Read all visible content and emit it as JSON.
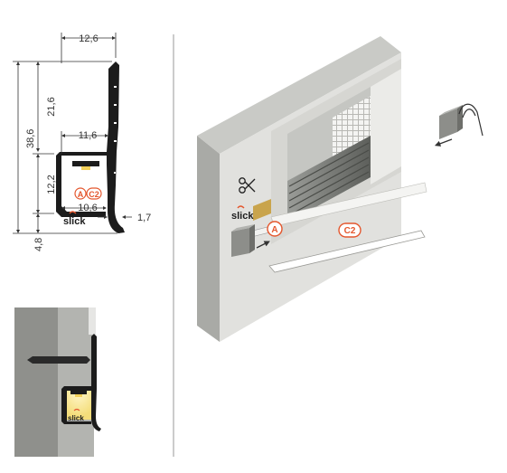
{
  "dimensions": {
    "top_width": "12,6",
    "upper_height": "21,6",
    "total_height": "38,6",
    "channel_upper_width": "11,6",
    "channel_height": "12,2",
    "channel_inner_width": "10,6",
    "wall_thickness": "1,7",
    "bottom_offset": "4,8"
  },
  "labels": {
    "insert_a": "A",
    "cover_c2": "C2",
    "brand": "slick"
  },
  "colors": {
    "profile": "#1c1c1c",
    "wall_front": "#e1e1de",
    "wall_side": "#a9aaa6",
    "wall_top": "#c9cac6",
    "accent": "#e4572e",
    "led_glow": "#f6e08a"
  },
  "icons": [
    "scissors-icon",
    "arrow-left-icon",
    "arrow-right-icon",
    "end-cap-icon",
    "power-cable-icon"
  ]
}
